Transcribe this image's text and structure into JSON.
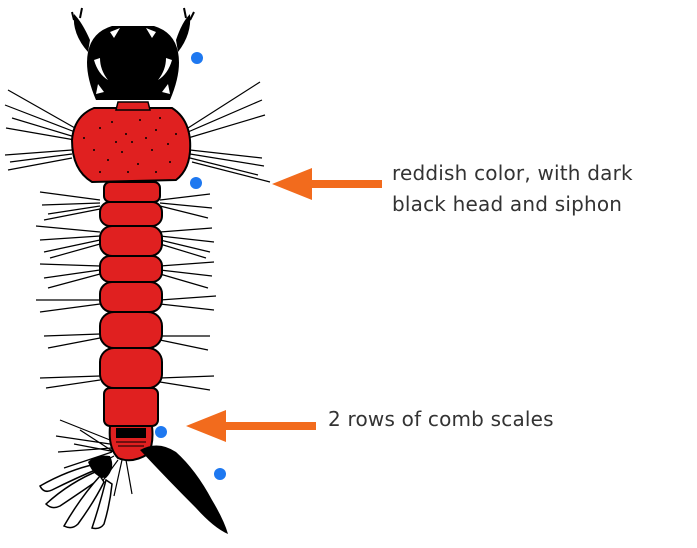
{
  "annotations": [
    {
      "line1": "reddish color, with dark",
      "line2": "black head and siphon"
    },
    {
      "line1": "2 rows of comb scales"
    }
  ],
  "colors": {
    "body": "#e02020",
    "dark": "#000000",
    "arrow": "#f26b1d",
    "dot": "#1e78f0",
    "hair": "#000000"
  },
  "icons": [
    "larva-illustration",
    "arrow-left-icon",
    "marker-dot-icon"
  ]
}
